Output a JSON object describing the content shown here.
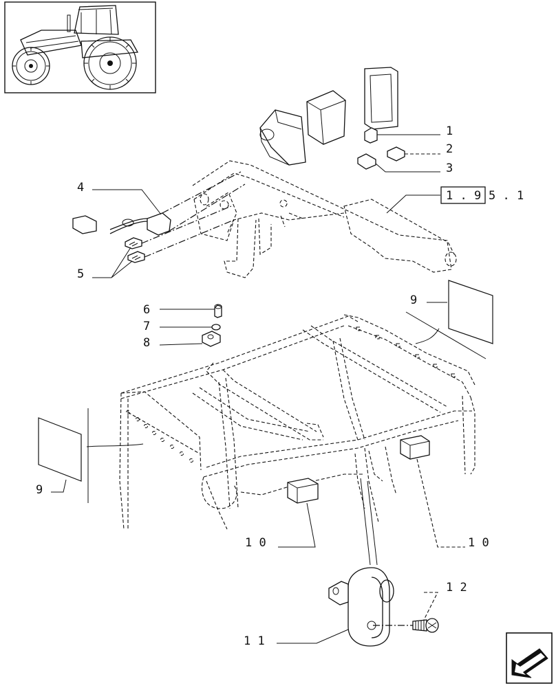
{
  "callouts": {
    "c1": "1",
    "c2": "2",
    "c3": "3",
    "c4": "4",
    "c5": "5",
    "c6": "6",
    "c7": "7",
    "c8": "8",
    "c9a": "9",
    "c9b": "9",
    "c10a": "1 0",
    "c10b": "1 0",
    "c11": "1 1",
    "c12": "1 2"
  },
  "reference": {
    "boxed": "1 . 9",
    "suffix": "5 . 1"
  },
  "icons": {
    "thumbnail": "tractor-thumbnail-icon",
    "nav": "back-arrow-icon"
  }
}
